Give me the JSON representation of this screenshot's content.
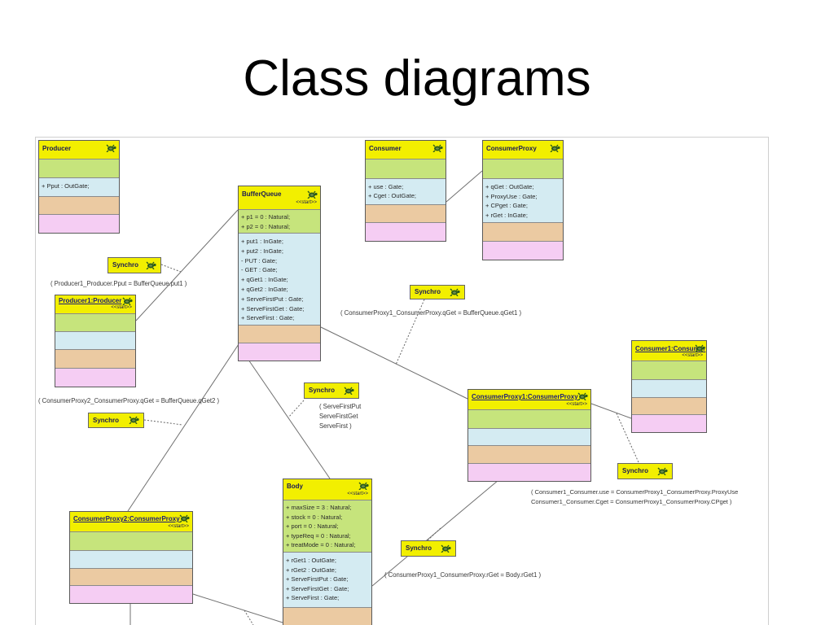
{
  "slide": {
    "title": "Class diagrams"
  },
  "colors": {
    "header": "#f2ef00",
    "attributes": "#c6e47c",
    "gates": "#d4ebf2",
    "compartment_3": "#ebcaa2",
    "compartment_4": "#f5cdf3",
    "border": "#5a5a5a",
    "line": "#707070",
    "icon": "#2c5a1c"
  },
  "icons": {
    "class_header": "turtle-icon",
    "synchro": "turtle-icon"
  },
  "classes": {
    "producer": {
      "name": "Producer",
      "gates": [
        "+ Pput : OutGate;"
      ]
    },
    "buffer_queue": {
      "name": "BufferQueue",
      "stereotype": "<<start>>",
      "attributes": [
        "+ p1 = 0 : Natural;",
        "+ p2 = 0 : Natural;"
      ],
      "gates": [
        "+ put1 : InGate;",
        "+ put2 : InGate;",
        "- PUT : Gate;",
        "- GET : Gate;",
        "+ qGet1 : InGate;",
        "+ qGet2 : InGate;",
        "+ ServeFirstPut : Gate;",
        "+ ServeFirstGet : Gate;",
        "+ ServeFirst : Gate;"
      ]
    },
    "consumer": {
      "name": "Consumer",
      "gates": [
        "+ use : Gate;",
        "+ Cget : OutGate;"
      ]
    },
    "consumer_proxy": {
      "name": "ConsumerProxy",
      "gates": [
        "+ qGet : OutGate;",
        "+ ProxyUse : Gate;",
        "+ CPget : Gate;",
        "+ rGet : InGate;"
      ]
    },
    "body": {
      "name": "Body",
      "stereotype": "<<start>>",
      "attributes": [
        "+ maxSize = 3 : Natural;",
        "+ stock = 0 : Natural;",
        "+ port = 0 : Natural;",
        "+ typeReq = 0 : Natural;",
        "+ treatMode = 0 : Natural;"
      ],
      "gates": [
        "+ rGet1 : OutGate;",
        "+ rGet2 : OutGate;",
        "+ ServeFirstPut : Gate;",
        "+ ServeFirstGet : Gate;",
        "+ ServeFirst : Gate;"
      ]
    }
  },
  "instances": {
    "producer1": {
      "name": "Producer1:Producer",
      "stereotype": "<<start>>"
    },
    "consumer1": {
      "name": "Consumer1:Consumer",
      "stereotype": "<<start>>"
    },
    "consumer_proxy1": {
      "name": "ConsumerProxy1:ConsumerProxy",
      "stereotype": "<<start>>"
    },
    "consumer_proxy2": {
      "name": "ConsumerProxy2:ConsumerProxy",
      "stereotype": "<<start>>"
    }
  },
  "synchros": [
    {
      "label": "Synchro",
      "constraint": [
        "( Producer1_Producer.Pput = BufferQueue.put1 )"
      ]
    },
    {
      "label": "Synchro",
      "constraint": [
        "( ConsumerProxy1_ConsumerProxy.qGet = BufferQueue.qGet1 )"
      ]
    },
    {
      "label": "Synchro",
      "constraint": [
        "( ServeFirstPut",
        "ServeFirstGet",
        "ServeFirst )"
      ]
    },
    {
      "label": "Synchro",
      "constraint": [
        "( ConsumerProxy2_ConsumerProxy.qGet = BufferQueue.qGet2 )"
      ]
    },
    {
      "label": "Synchro",
      "constraint": [
        "( Consumer1_Consumer.use = ConsumerProxy1_ConsumerProxy.ProxyUse",
        "Consumer1_Consumer.Cget = ConsumerProxy1_ConsumerProxy.CPget )"
      ]
    },
    {
      "label": "Synchro",
      "constraint": [
        "( ConsumerProxy1_ConsumerProxy.rGet = Body.rGet1 )"
      ]
    }
  ]
}
